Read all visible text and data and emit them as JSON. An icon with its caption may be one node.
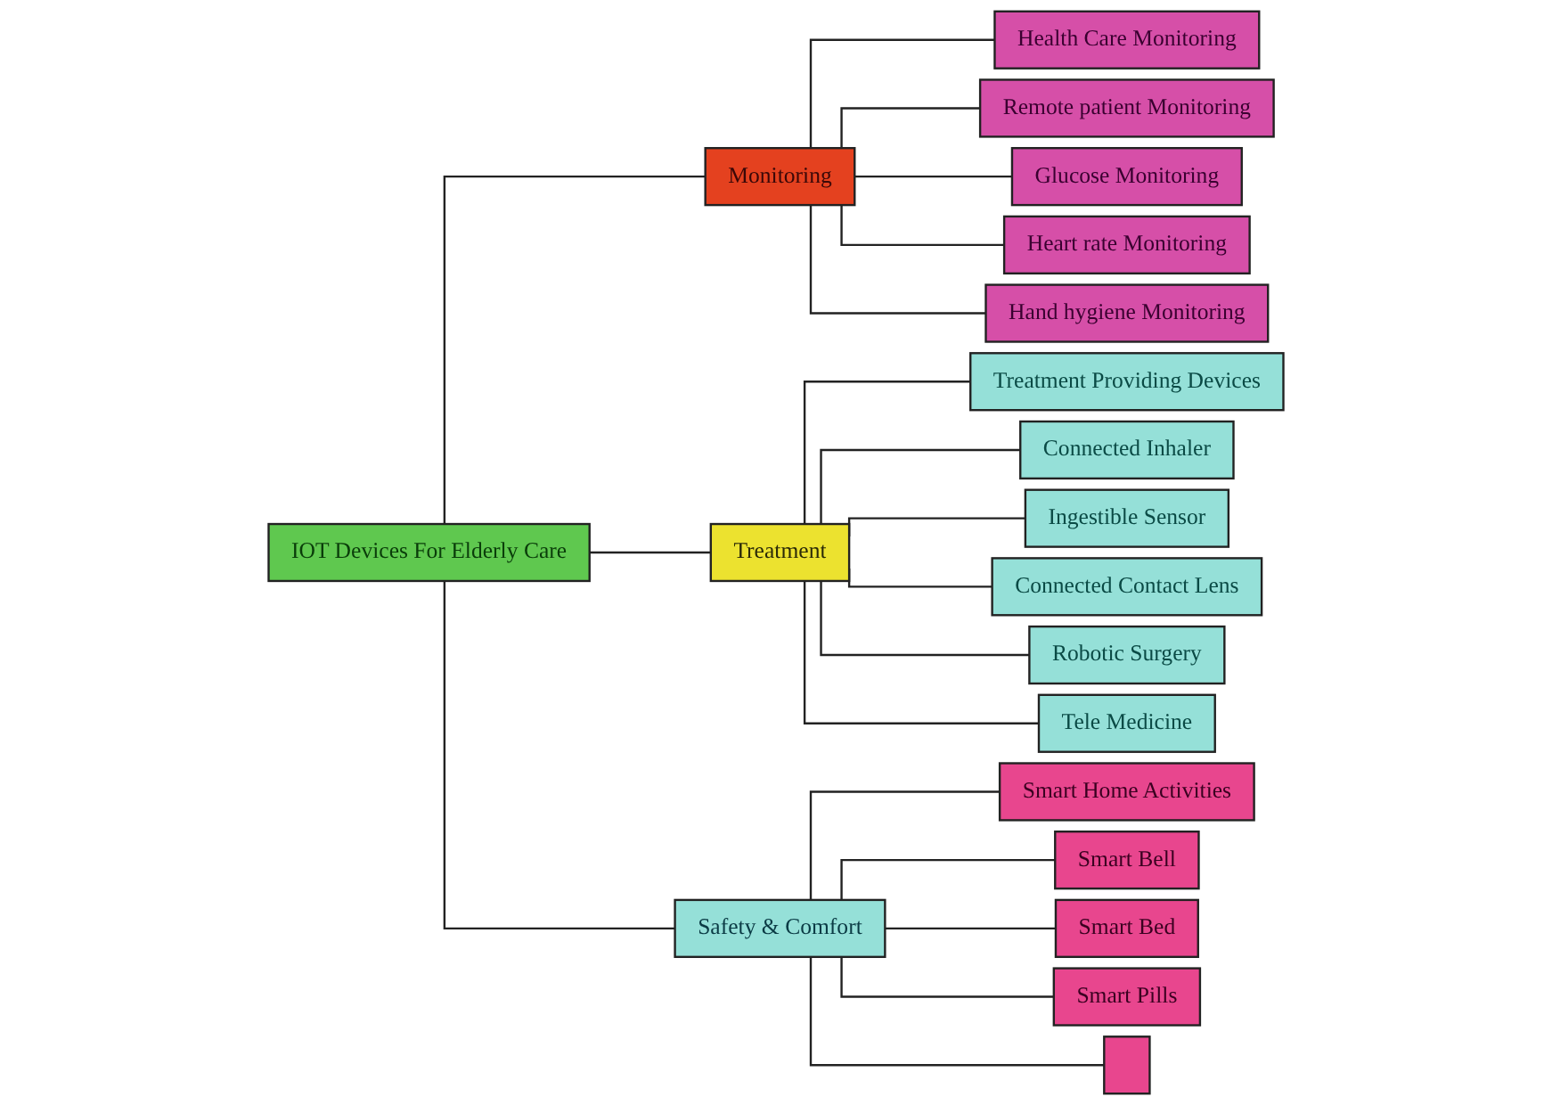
{
  "diagram": {
    "nodes": [
      {
        "text": [
          "IOT Devices For Elderly Care"
        ]
      },
      {
        "text": [
          "Monitoring"
        ]
      },
      {
        "text": [
          "Treatment"
        ]
      },
      {
        "text": [
          "Safety & Comfort"
        ]
      },
      {
        "text": [
          "Health Care Monitoring"
        ]
      },
      {
        "text": [
          "Remote patient Monitoring"
        ]
      },
      {
        "text": [
          "Glucose Monitoring"
        ]
      },
      {
        "text": [
          "Heart rate Monitoring"
        ]
      },
      {
        "text": [
          "Hand hygiene Monitoring"
        ]
      },
      {
        "text": [
          "Treatment Providing Devices"
        ]
      },
      {
        "text": [
          "Connected Inhaler"
        ]
      },
      {
        "text": [
          "Ingestible Sensor"
        ]
      },
      {
        "text": [
          "Connected Contact Lens"
        ]
      },
      {
        "text": [
          "Robotic Surgery"
        ]
      },
      {
        "text": [
          "Tele Medicine"
        ]
      },
      {
        "text": [
          "Smart Home Activities"
        ]
      },
      {
        "text": [
          "Smart Bell"
        ]
      },
      {
        "text": [
          "Smart Bed"
        ]
      },
      {
        "text": [
          "Smart Pills"
        ]
      },
      {
        "text": [],
        "shape": "box"
      }
    ],
    "edges": [
      {
        "from": 0,
        "to": 1,
        "arrow": "none"
      },
      {
        "from": 0,
        "to": 2,
        "arrow": "none"
      },
      {
        "from": 0,
        "to": 3,
        "arrow": "none"
      },
      {
        "from": 1,
        "to": 4,
        "arrow": "none"
      },
      {
        "from": 1,
        "to": 5,
        "arrow": "none"
      },
      {
        "from": 1,
        "to": 6,
        "arrow": "none"
      },
      {
        "from": 1,
        "to": 7,
        "arrow": "none"
      },
      {
        "from": 1,
        "to": 8,
        "arrow": "none"
      },
      {
        "from": 2,
        "to": 9,
        "arrow": "none"
      },
      {
        "from": 2,
        "to": 10,
        "arrow": "none"
      },
      {
        "from": 2,
        "to": 11,
        "arrow": "none"
      },
      {
        "from": 2,
        "to": 12,
        "arrow": "none"
      },
      {
        "from": 2,
        "to": 13,
        "arrow": "none"
      },
      {
        "from": 2,
        "to": 14,
        "arrow": "none"
      },
      {
        "from": 3,
        "to": 15,
        "arrow": "none"
      },
      {
        "from": 3,
        "to": 16,
        "arrow": "none"
      },
      {
        "from": 3,
        "to": 17,
        "arrow": "none"
      },
      {
        "from": 3,
        "to": 18,
        "arrow": "none"
      },
      {
        "from": 3,
        "to": 19,
        "arrow": "none"
      }
    ]
  }
}
